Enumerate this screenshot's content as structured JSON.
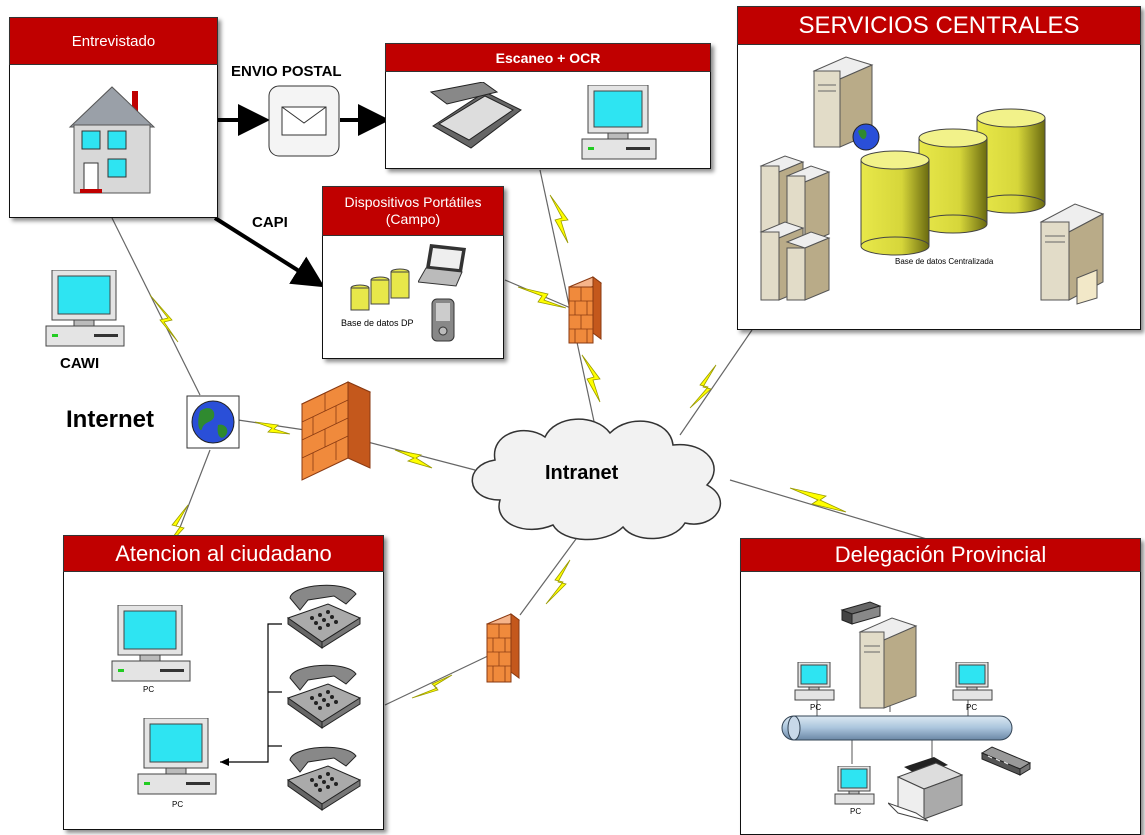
{
  "colors": {
    "header_red": "#c00000",
    "zigzag_yellow": "#ffff00",
    "firewall_orange": "#f08a3c",
    "screen_cyan": "#2ee4f2",
    "database_yellow": "#e8e84a",
    "network_bus_blue": "#aac4dc"
  },
  "entrevistado": {
    "header": "Entrevistado",
    "icon": "house-icon"
  },
  "envio_postal": {
    "label": "ENVIO POSTAL",
    "icon": "envelope-icon"
  },
  "escaneo": {
    "header": "Escaneo + OCR",
    "icons": [
      "scanner-icon",
      "computer-icon"
    ]
  },
  "dispositivos": {
    "header": "Dispositivos Portátiles (Campo)",
    "db_caption": "Base de datos DP",
    "icons": [
      "database-icon",
      "laptop-icon",
      "pda-icon"
    ]
  },
  "capi": {
    "label": "CAPI"
  },
  "cawi": {
    "label": "CAWI",
    "icon": "computer-icon"
  },
  "internet": {
    "label": "Internet",
    "icon": "globe-icon"
  },
  "intranet": {
    "label": "Intranet",
    "icon": "cloud-icon"
  },
  "servicios": {
    "header": "SERVICIOS CENTRALES",
    "db_caption": "Base de datos Centralizada",
    "icons": [
      "server-icon",
      "database-icon"
    ]
  },
  "atencion": {
    "header": "Atencion al ciudadano",
    "pc_labels": [
      "PC",
      "PC"
    ],
    "icons": [
      "computer-icon",
      "telephone-icon"
    ]
  },
  "delegacion": {
    "header": "Delegación Provincial",
    "pc_labels": [
      "PC",
      "PC",
      "PC"
    ],
    "icons": [
      "server-icon",
      "printer-icon",
      "switch-icon",
      "computer-icon"
    ]
  }
}
